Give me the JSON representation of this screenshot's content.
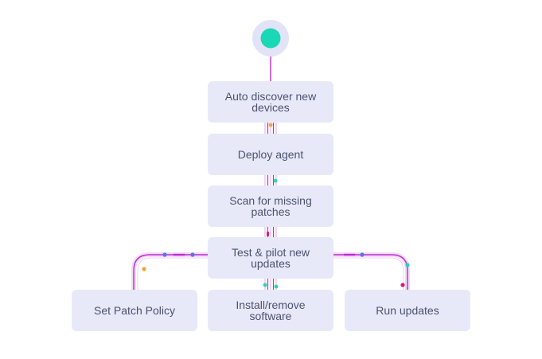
{
  "flow": {
    "start": "start-node",
    "steps": {
      "auto_discover": "Auto discover new devices",
      "deploy_agent": "Deploy agent",
      "scan_patches": "Scan for missing patches",
      "test_pilot": "Test & pilot new updates",
      "set_policy": "Set Patch Policy",
      "install_remove": "Install/remove software",
      "run_updates": "Run updates"
    }
  },
  "colors": {
    "box": "#e7e9f8",
    "text": "#4d5270",
    "start_fill": "#1ad7b6",
    "start_ring": "#e1e4f7",
    "line_main": "#c02ad0",
    "line_light": "#e8b8ee",
    "dot_blue": "#5b73e3",
    "dot_teal": "#2ccfc4",
    "dot_pink": "#e0177a",
    "dot_orange": "#f2a533"
  }
}
